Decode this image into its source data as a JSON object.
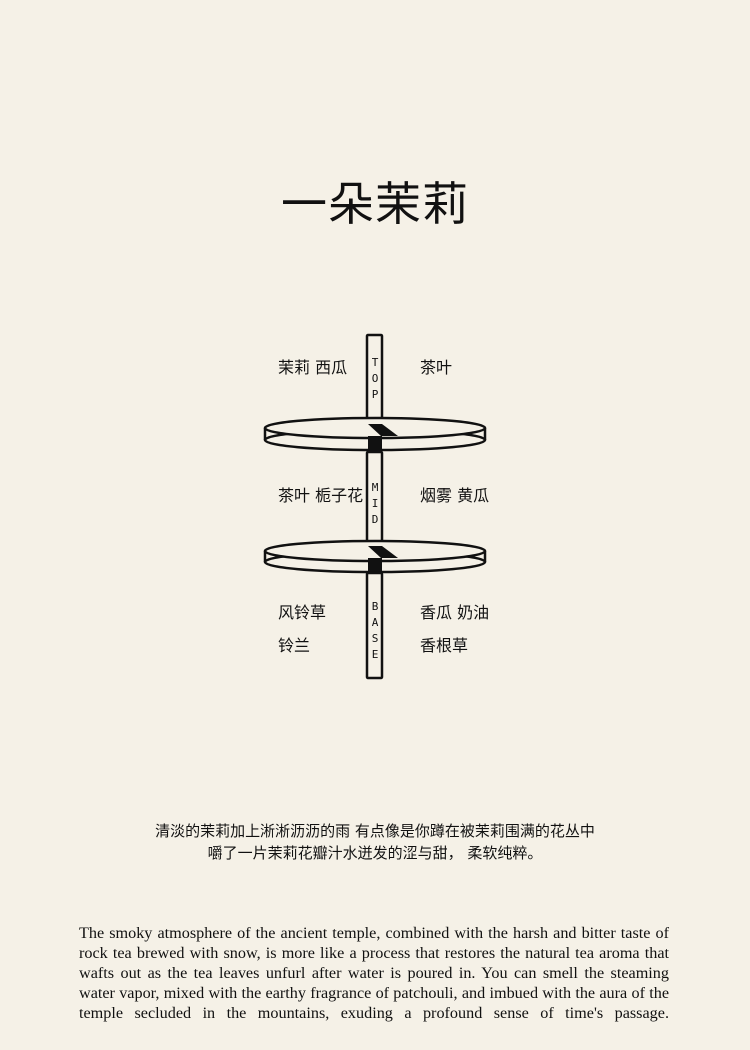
{
  "title": "一朵茉莉",
  "pyramid": {
    "top": {
      "label": "TOP",
      "letters": [
        "T",
        "O",
        "P"
      ],
      "left": [
        "茉莉 西瓜"
      ],
      "right": [
        "茶叶"
      ]
    },
    "mid": {
      "label": "MID",
      "letters": [
        "M",
        "I",
        "D"
      ],
      "left": [
        "茶叶 栀子花"
      ],
      "right": [
        "烟雾 黄瓜"
      ]
    },
    "base": {
      "label": "BASE",
      "letters": [
        "B",
        "A",
        "S",
        "E"
      ],
      "left": [
        "风铃草",
        "铃兰"
      ],
      "right": [
        "香瓜 奶油",
        "香根草"
      ]
    }
  },
  "description_cn": [
    "清淡的茉莉加上淅淅沥沥的雨 有点像是你蹲在被茉莉围满的花丛中",
    "嚼了一片茉莉花瓣汁水迸发的涩与甜， 柔软纯粹。"
  ],
  "description_en": "The smoky atmosphere of the ancient temple, combined with the harsh and bitter taste of rock tea brewed with snow, is more like a process that restores the natural tea aroma that wafts out as the tea leaves unfurl after water is poured in. You can smell the steaming water vapor, mixed with the earthy fragrance of patchouli, and imbued with the aura of the temple secluded in the mountains, exuding a profound sense of time's passage."
}
